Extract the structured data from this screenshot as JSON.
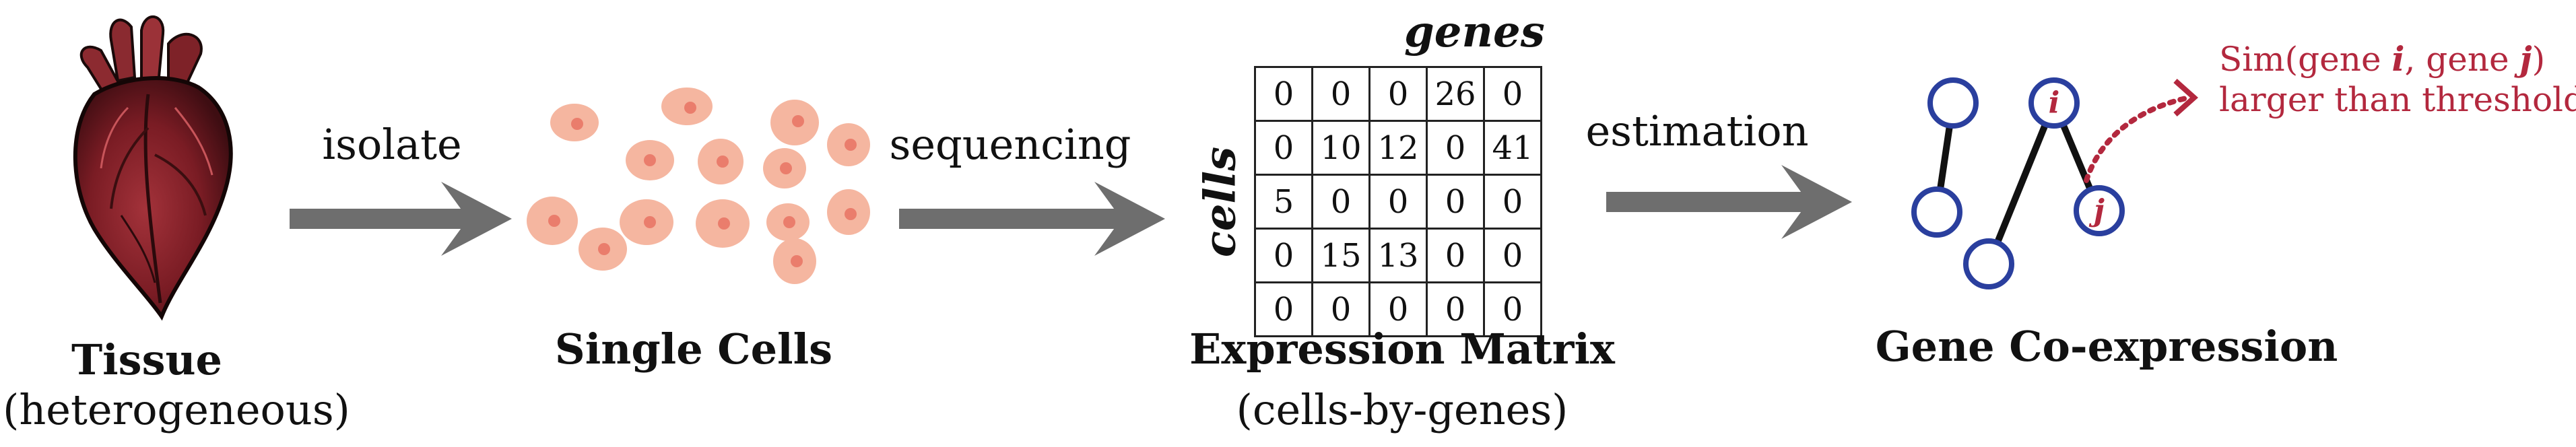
{
  "tissue": {
    "title": "Tissue",
    "subtitle": "(heterogeneous)"
  },
  "single_cells": {
    "title": "Single Cells"
  },
  "expression_matrix": {
    "title": "Expression Matrix",
    "subtitle": "(cells-by-genes)",
    "column_axis": "genes",
    "row_axis": "cells",
    "rows": [
      [
        "0",
        "0",
        "0",
        "26",
        "0"
      ],
      [
        "0",
        "10",
        "12",
        "0",
        "41"
      ],
      [
        "5",
        "0",
        "0",
        "0",
        "0"
      ],
      [
        "0",
        "15",
        "13",
        "0",
        "0"
      ],
      [
        "0",
        "0",
        "0",
        "0",
        "0"
      ]
    ]
  },
  "gene_coexpression": {
    "title": "Gene Co-expression",
    "node_i": "i",
    "node_j": "j",
    "threshold_line1_prefix": "Sim(gene ",
    "threshold_line1_i": "i",
    "threshold_line1_mid": ", gene ",
    "threshold_line1_j": "j",
    "threshold_line1_suffix": ")",
    "threshold_line2": "larger than threshold"
  },
  "steps": {
    "isolate": "isolate",
    "sequencing": "sequencing",
    "estimation": "estimation"
  },
  "colors": {
    "arrow": "#6e6e6e",
    "cell_fill": "#f5b6a0",
    "cell_nucleus": "#ea7d6c",
    "node_stroke": "#2a3f9e",
    "accent_red": "#b3283e"
  }
}
